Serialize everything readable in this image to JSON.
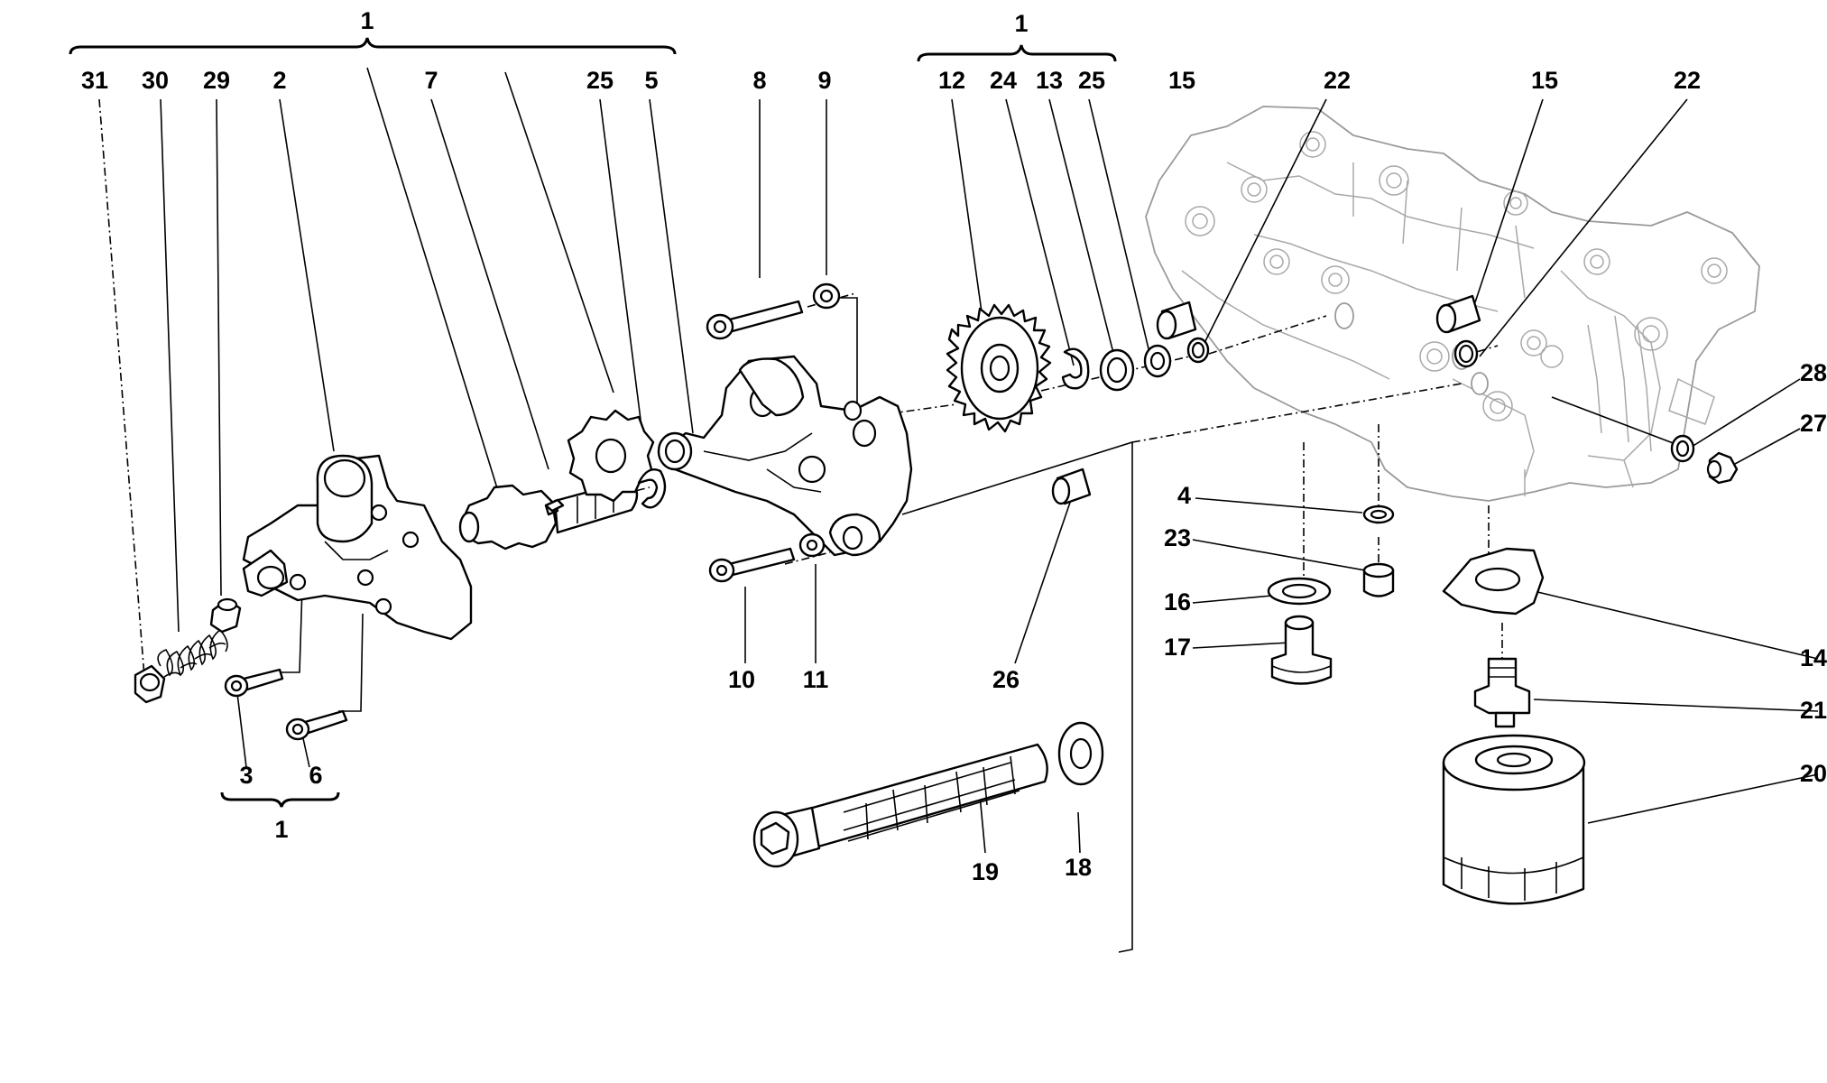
{
  "callouts": {
    "c1_left": "1",
    "c31": "31",
    "c30": "30",
    "c29": "29",
    "c2": "2",
    "c7": "7",
    "c25a": "25",
    "c5": "5",
    "c8": "8",
    "c9": "9",
    "c1_mid": "1",
    "c12": "12",
    "c24": "24",
    "c13": "13",
    "c25b": "25",
    "c15a": "15",
    "c22a": "22",
    "c15b": "15",
    "c22b": "22",
    "c28": "28",
    "c27": "27",
    "c4": "4",
    "c23": "23",
    "c16": "16",
    "c17": "17",
    "c14": "14",
    "c21": "21",
    "c20": "20",
    "c10": "10",
    "c11": "11",
    "c26": "26",
    "c19": "19",
    "c18": "18",
    "c3": "3",
    "c6": "6",
    "c1_bottom": "1"
  }
}
